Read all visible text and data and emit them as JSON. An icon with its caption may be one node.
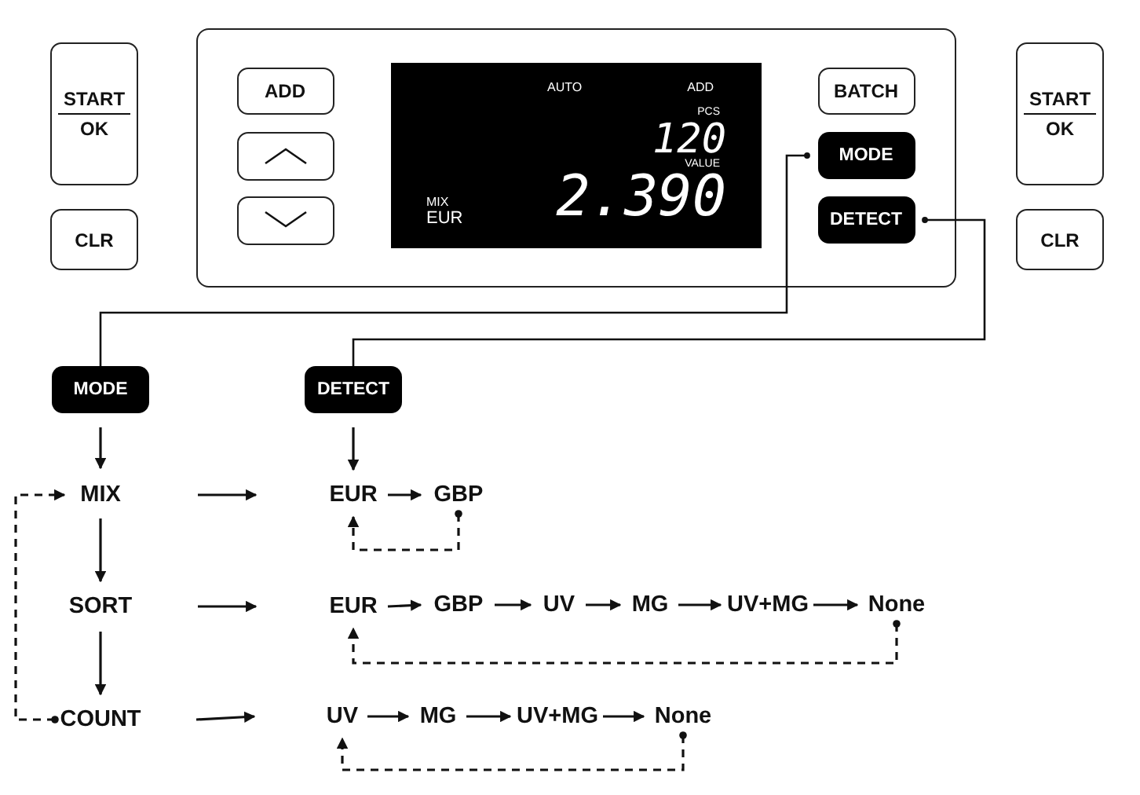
{
  "diagram": {
    "nodes": [
      {
        "text": [
          "START",
          "OK"
        ]
      },
      {
        "text": [
          "CLR"
        ]
      },
      {
        "text": [],
        "shape": "box"
      },
      {
        "text": [
          "ADD"
        ],
        "in": 2
      },
      {
        "text": [],
        "shape": "box",
        "in": 2
      },
      {
        "text": [],
        "shape": "box",
        "in": 2
      },
      {
        "text": [
          "AUTO",
          "ADD",
          "PCS",
          "120",
          "VALUE",
          "MIX",
          "EUR",
          "2.390"
        ],
        "in": 2
      },
      {
        "text": [
          "BATCH"
        ],
        "in": 2
      },
      {
        "text": [
          "MODE"
        ],
        "in": 2
      },
      {
        "text": [
          "DETECT"
        ],
        "in": 2
      },
      {
        "text": [
          "START",
          "OK"
        ]
      },
      {
        "text": [
          "CLR"
        ]
      },
      {
        "text": [
          "MODE"
        ]
      },
      {
        "text": [
          "DETECT"
        ]
      },
      {
        "text": [
          "MIX"
        ]
      },
      {
        "text": [
          "SORT"
        ]
      },
      {
        "text": [
          "COUNT"
        ]
      },
      {
        "text": [
          "EUR"
        ]
      },
      {
        "text": [
          "GBP"
        ]
      },
      {
        "text": [
          "EUR"
        ]
      },
      {
        "text": [
          "GBP"
        ]
      },
      {
        "text": [
          "UV"
        ]
      },
      {
        "text": [
          "MG"
        ]
      },
      {
        "text": [
          "UV+MG"
        ]
      },
      {
        "text": [
          "None"
        ]
      },
      {
        "text": [
          "UV"
        ]
      },
      {
        "text": [
          "MG"
        ]
      },
      {
        "text": [
          "UV+MG"
        ]
      },
      {
        "text": [
          "None"
        ]
      }
    ],
    "edges": [
      {
        "from": 8,
        "to": 12,
        "arrow": "other"
      },
      {
        "from": 9,
        "to": 13,
        "arrow": "other"
      },
      {
        "from": 12,
        "to": 14,
        "arrow": "to"
      },
      {
        "from": 13,
        "to": 17,
        "arrow": "to"
      },
      {
        "from": 14,
        "to": 15,
        "arrow": "to"
      },
      {
        "from": 15,
        "to": 16,
        "arrow": "to"
      },
      {
        "from": 16,
        "to": 14,
        "arrow": "to",
        "style": "dashed"
      },
      {
        "from": 14,
        "to": 17,
        "arrow": "to"
      },
      {
        "from": 15,
        "to": 19,
        "arrow": "to"
      },
      {
        "from": 16,
        "to": 25,
        "arrow": "to"
      },
      {
        "from": 17,
        "to": 18,
        "arrow": "to"
      },
      {
        "from": 18,
        "to": 17,
        "arrow": "to",
        "style": "dashed"
      },
      {
        "from": 19,
        "to": 20,
        "arrow": "to"
      },
      {
        "from": 20,
        "to": 21,
        "arrow": "to"
      },
      {
        "from": 21,
        "to": 22,
        "arrow": "to"
      },
      {
        "from": 22,
        "to": 23,
        "arrow": "to"
      },
      {
        "from": 23,
        "to": 24,
        "arrow": "to"
      },
      {
        "from": 24,
        "to": 19,
        "arrow": "to",
        "style": "dashed"
      },
      {
        "from": 25,
        "to": 26,
        "arrow": "to"
      },
      {
        "from": 26,
        "to": 27,
        "arrow": "to"
      },
      {
        "from": 27,
        "to": 28,
        "arrow": "to"
      },
      {
        "from": 28,
        "to": 25,
        "arrow": "to",
        "style": "dashed"
      }
    ]
  }
}
